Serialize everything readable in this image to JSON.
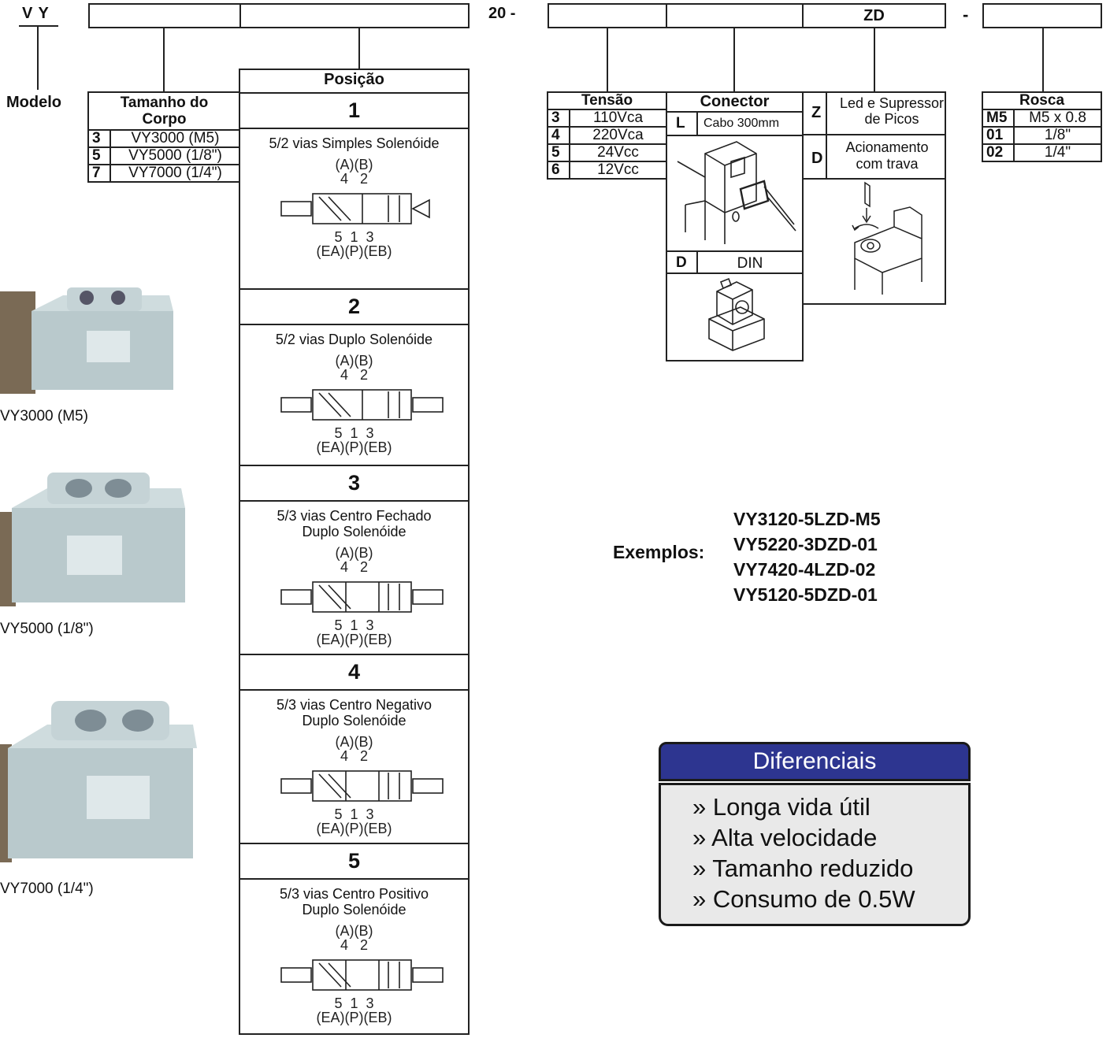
{
  "code": {
    "prefix": "V Y",
    "mid": "20 -",
    "zd": "ZD",
    "dash": "-"
  },
  "modelo_label": "Modelo",
  "tamanho": {
    "header": [
      "Tamanho do",
      "Corpo"
    ],
    "rows": [
      {
        "code": "3",
        "value": "VY3000 (M5)"
      },
      {
        "code": "5",
        "value": "VY5000 (1/8\")"
      },
      {
        "code": "7",
        "value": "VY7000 (1/4\")"
      }
    ]
  },
  "posicao": {
    "header": "Posição",
    "items": [
      {
        "num": "1",
        "desc": [
          "5/2 vias Simples Solenóide"
        ],
        "top": "(A)(B)",
        "top2": "4   2",
        "bot": "5  1  3",
        "bot2": "(EA)(P)(EB)"
      },
      {
        "num": "2",
        "desc": [
          "5/2 vias Duplo Solenóide"
        ],
        "top": "(A)(B)",
        "top2": "4   2",
        "bot": "5  1  3",
        "bot2": "(EA)(P)(EB)"
      },
      {
        "num": "3",
        "desc": [
          "5/3 vias  Centro Fechado",
          "Duplo Solenóide"
        ],
        "top": "(A)(B)",
        "top2": "4   2",
        "bot": "5  1  3",
        "bot2": "(EA)(P)(EB)"
      },
      {
        "num": "4",
        "desc": [
          "5/3 vias  Centro Negativo",
          "Duplo Solenóide"
        ],
        "top": "(A)(B)",
        "top2": "4   2",
        "bot": "5  1  3",
        "bot2": "(EA)(P)(EB)"
      },
      {
        "num": "5",
        "desc": [
          "5/3 vias  Centro Positivo",
          "Duplo Solenóide"
        ],
        "top": "(A)(B)",
        "top2": "4   2",
        "bot": "5  1  3",
        "bot2": "(EA)(P)(EB)"
      }
    ]
  },
  "tensao": {
    "header": "Tensão",
    "rows": [
      {
        "code": "3",
        "value": "110Vca"
      },
      {
        "code": "4",
        "value": "220Vca"
      },
      {
        "code": "5",
        "value": "24Vcc"
      },
      {
        "code": "6",
        "value": "12Vcc"
      }
    ]
  },
  "conector": {
    "header": "Conector",
    "l_code": "L",
    "l_value": "Cabo 300mm",
    "d_code": "D",
    "d_value": "DIN"
  },
  "zd_options": {
    "z_code": "Z",
    "z_value": [
      "Led e Supressor",
      "de Picos"
    ],
    "d_code": "D",
    "d_value": [
      "Acionamento",
      "com trava"
    ]
  },
  "rosca": {
    "header": "Rosca",
    "rows": [
      {
        "code": "M5",
        "value": "M5 x 0.8"
      },
      {
        "code": "01",
        "value": "1/8\""
      },
      {
        "code": "02",
        "value": "1/4\""
      }
    ]
  },
  "exemplos": {
    "label": "Exemplos:",
    "items": [
      "VY3120-5LZD-M5",
      "VY5220-3DZD-01",
      "VY7420-4LZD-02",
      "VY5120-5DZD-01"
    ]
  },
  "captions": [
    "VY3000 (M5)",
    "VY5000 (1/8\")",
    "VY7000 (1/4\")"
  ],
  "diferenciais": {
    "title": "Diferenciais",
    "items": [
      "» Longa vida útil",
      "» Alta velocidade",
      "» Tamanho reduzido",
      "» Consumo de 0.5W"
    ]
  },
  "colors": {
    "accent": "#2d3590",
    "panel": "#e9e9e9",
    "valve_body": "#b9c9cc"
  }
}
